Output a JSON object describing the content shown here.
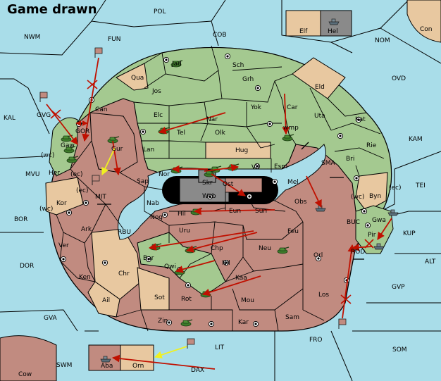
{
  "title": "Game drawn",
  "colors": {
    "sea": "#a9dde9",
    "green": "#a4c990",
    "red": "#c18b80",
    "tan": "#e8c8a0",
    "grey": "#8a8a8a",
    "outline": "#000000",
    "order_move": "#c01000",
    "order_support": "#f0f020"
  },
  "sea_labels": {
    "pol": "POL",
    "nwm": "NWM",
    "fun": "FUN",
    "cob": "COB",
    "nom": "NOM",
    "con": "Con",
    "kal": "KAL",
    "ovd": "OVD",
    "kam": "KAM",
    "sma": "SMA",
    "mvu": "MVU",
    "tei": "TEI",
    "mit": "MIT",
    "bor": "BOR",
    "rbu": "RBU",
    "buc": "BUC",
    "kup": "KUP",
    "dor": "DOR",
    "alt": "ALT",
    "gvp": "GVP",
    "gva": "GVA",
    "fro": "FRO",
    "lit": "LIT",
    "som": "SOM",
    "swm": "SWM",
    "dax": "DAX",
    "cow": "Cow"
  },
  "land_labels": {
    "jad": "Jad",
    "sch": "Sch",
    "qua": "Qua",
    "grh": "Grh",
    "jos": "Jos",
    "eld": "Eld",
    "can": "Can",
    "yok": "Yok",
    "car": "Car",
    "uta": "Uta",
    "elc": "Elc",
    "nar": "Nar",
    "gvg": "GVG",
    "gor": "GOR",
    "wmp": "wmp",
    "kat": "Kat",
    "tel": "Tel",
    "olk": "Olk",
    "gaw": "Gaw",
    "gur": "Gur",
    "rie": "Rie",
    "lan": "Lan",
    "hug": "Hug",
    "bri": "Bri",
    "wc1": "(wc)",
    "ec1": "(ec)",
    "her": "Her",
    "nor": "Nor",
    "skr": "Skr",
    "vil": "Vil",
    "esm": "Esm",
    "sap": "Sap",
    "ost": "Ost",
    "web": "Web",
    "mel": "Mel",
    "byn": "Byn",
    "ec2": "(ec)",
    "wc2": "(wc)",
    "kor": "Kor",
    "ec3": "(ec)",
    "wc3": "(wc)",
    "nab": "Nab",
    "eun": "Eun",
    "sun": "Sun",
    "obs": "Obs",
    "gwa": "Gwa",
    "ark": "Ark",
    "nog": "Nog",
    "hil": "Hil",
    "uru": "Uru",
    "feu": "Feu",
    "pir": "Pir",
    "rod": "ROD",
    "ver": "Ver",
    "chp": "Chp",
    "neu": "Neu",
    "orl": "Orl",
    "bar": "Bar",
    "qwi": "Qwi",
    "nil": "Nil",
    "ken": "Ken",
    "chr": "Chr",
    "kaa": "Kaa",
    "ail": "Ail",
    "sot": "Sot",
    "rot": "Rot",
    "mou": "Mou",
    "los": "Los",
    "zin": "Zin",
    "kar": "Kar",
    "sam": "Sam",
    "aba": "Aba",
    "orn": "Orn",
    "elf": "Elf",
    "hel": "Hel"
  }
}
